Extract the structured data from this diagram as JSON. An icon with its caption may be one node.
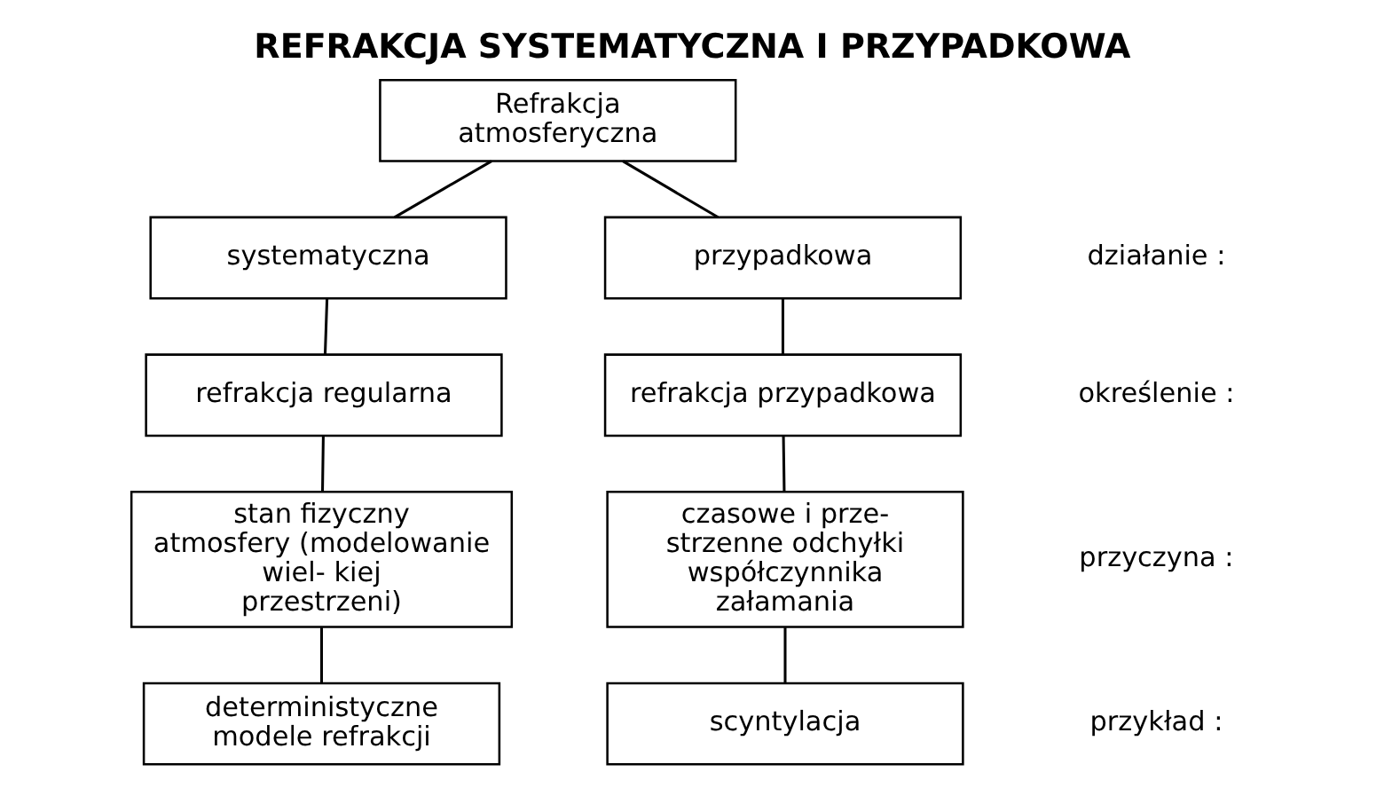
{
  "diagram": {
    "title": "REFRAKCJA SYSTEMATYCZNA I PRZYPADKOWA",
    "nodes": [
      {
        "text": [
          "Refrakcja atmosferyczna"
        ]
      },
      {
        "text": [
          "systematyczna"
        ]
      },
      {
        "text": [
          "przypadkowa"
        ]
      },
      {
        "text": [
          "refrakcja regularna"
        ]
      },
      {
        "text": [
          "refrakcja przypadkowa"
        ]
      },
      {
        "text": [
          "stan fizyczny atmosfery (modelowanie wiel- kiej przestrzeni)"
        ]
      },
      {
        "text": [
          "czasowe i prze- strzenne odchyłki współczynnika załamania"
        ]
      },
      {
        "text": [
          "deterministyczne modele refrakcji"
        ]
      },
      {
        "text": [
          "scyntylacja"
        ]
      }
    ],
    "edges": [
      {
        "from": 0,
        "to": 1,
        "arrow": "none"
      },
      {
        "from": 0,
        "to": 2,
        "arrow": "none"
      },
      {
        "from": 1,
        "to": 3,
        "arrow": "none"
      },
      {
        "from": 2,
        "to": 4,
        "arrow": "none"
      },
      {
        "from": 3,
        "to": 5,
        "arrow": "none"
      },
      {
        "from": 4,
        "to": 6,
        "arrow": "none"
      },
      {
        "from": 5,
        "to": 7,
        "arrow": "none"
      },
      {
        "from": 6,
        "to": 8,
        "arrow": "none"
      }
    ],
    "labels": [
      "działanie :",
      "określenie :",
      "przyczyna :",
      "przykład :"
    ]
  }
}
